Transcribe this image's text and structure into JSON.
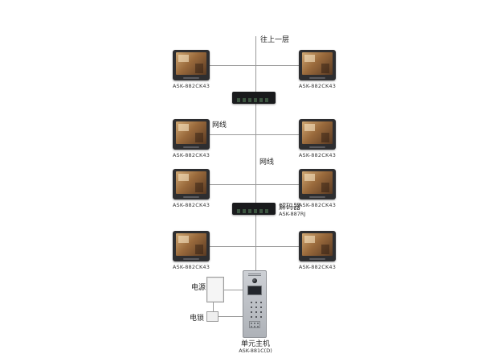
{
  "diagram": {
    "top_label": "往上一层",
    "cable_labels": [
      "网线",
      "网线"
    ],
    "decoder": {
      "name": "解码器",
      "model": "ASK-887RJ"
    },
    "monitors": [
      {
        "label": "ASK-882CK43"
      },
      {
        "label": "ASK-882CK43"
      },
      {
        "label": "ASK-882CK43"
      },
      {
        "label": "ASK-882CK43"
      },
      {
        "label": "ASK-882CK43"
      },
      {
        "label": "ASK-882CK43"
      },
      {
        "label": "ASK-882CK43"
      },
      {
        "label": "ASK-882CK43"
      }
    ],
    "door_station": {
      "name": "单元主机",
      "model": "ASK-881C(D)"
    },
    "power": {
      "label": "电源"
    },
    "lock": {
      "label": "电锁"
    }
  }
}
